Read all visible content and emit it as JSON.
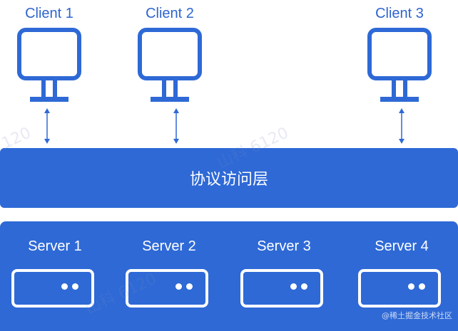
{
  "clients": [
    {
      "label": "Client 1",
      "icon": "monitor-icon"
    },
    {
      "label": "Client 2",
      "icon": "monitor-icon"
    },
    {
      "label": "Client 3",
      "icon": "monitor-icon"
    }
  ],
  "protocol_layer": {
    "label": "协议访问层"
  },
  "servers": [
    {
      "label": "Server 1",
      "icon": "server-icon"
    },
    {
      "label": "Server 2",
      "icon": "server-icon"
    },
    {
      "label": "Server 3",
      "icon": "server-icon"
    },
    {
      "label": "Server 4",
      "icon": "server-icon"
    }
  ],
  "watermarks": {
    "primary": "山科 6120",
    "secondary": "120",
    "credit": "@稀土掘金技术社区"
  },
  "colors": {
    "accent": "#2e69d6",
    "client_text": "#2d64cf",
    "background": "#ffffff"
  }
}
